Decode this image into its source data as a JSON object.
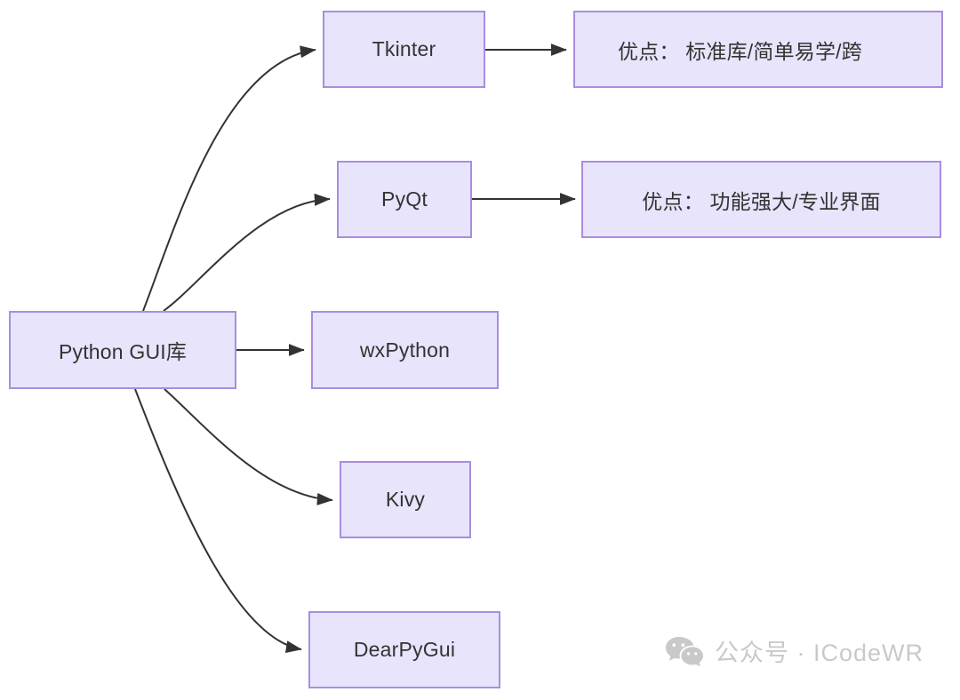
{
  "diagram": {
    "type": "flowchart",
    "direction": "left-to-right",
    "background_color": "#ffffff",
    "node_fill_color": "#e8e4fb",
    "node_border_color": "#a98de0",
    "edge_color": "#333333",
    "text_color": "#333333",
    "root": {
      "id": "python-gui",
      "label": "Python GUI库"
    },
    "nodes": [
      {
        "id": "tkinter",
        "label": "Tkinter"
      },
      {
        "id": "pyqt",
        "label": "PyQt"
      },
      {
        "id": "wxpython",
        "label": "wxPython"
      },
      {
        "id": "kivy",
        "label": "Kivy"
      },
      {
        "id": "dearpygui",
        "label": "DearPyGui"
      }
    ],
    "descriptions": [
      {
        "id": "tkinter-desc",
        "for": "tkinter",
        "label": "优点： 标准库/简单易学/跨"
      },
      {
        "id": "pyqt-desc",
        "for": "pyqt",
        "label": "优点： 功能强大/专业界面"
      }
    ],
    "edges": [
      {
        "from": "python-gui",
        "to": "tkinter"
      },
      {
        "from": "python-gui",
        "to": "pyqt"
      },
      {
        "from": "python-gui",
        "to": "wxpython"
      },
      {
        "from": "python-gui",
        "to": "kivy"
      },
      {
        "from": "python-gui",
        "to": "dearpygui"
      },
      {
        "from": "tkinter",
        "to": "tkinter-desc"
      },
      {
        "from": "pyqt",
        "to": "pyqt-desc"
      }
    ]
  },
  "watermark": {
    "icon": "wechat-icon",
    "text": "公众号 · ICodeWR",
    "color": "#c9c9c9"
  }
}
